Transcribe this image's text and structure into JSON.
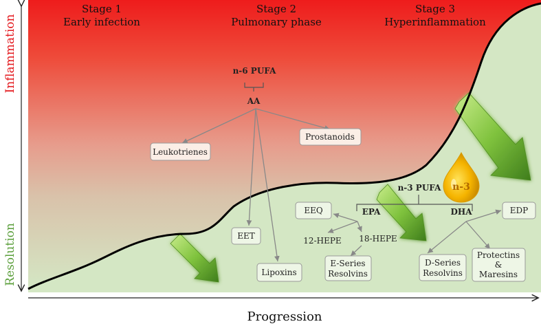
{
  "axes": {
    "y_top": "Inflammation",
    "y_bottom": "Resolution",
    "x": "Progression"
  },
  "stages": [
    {
      "line1": "Stage 1",
      "line2": "Early infection"
    },
    {
      "line1": "Stage 2",
      "line2": "Pulmonary phase"
    },
    {
      "line1": "Stage 3",
      "line2": "Hyperinflammation"
    }
  ],
  "omega6": {
    "source": "n-6 PUFA",
    "node": "AA",
    "products": {
      "leukotrienes": "Leukotrienes",
      "prostanoids": "Prostanoids",
      "eet": "EET",
      "lipoxins": "Lipoxins"
    }
  },
  "omega3": {
    "source": "n-3 PUFA",
    "drop_label": "n-3",
    "epa": "EPA",
    "dha": "DHA",
    "products": {
      "eeq": "EEQ",
      "hepe12": "12-HEPE",
      "hepe18": "18-HEPE",
      "e_resolvins_1": "E-Series",
      "e_resolvins_2": "Resolvins",
      "d_resolvins_1": "D-Series",
      "d_resolvins_2": "Resolvins",
      "protectins_1": "Protectins",
      "protectins_amp": "&",
      "protectins_2": "Maresins",
      "edp": "EDP"
    }
  },
  "colors": {
    "inflammation_red": "#e3161b",
    "resolution_green": "#5a9e3a",
    "arrow_gray": "#888888",
    "drop_gold": "#f2b705"
  }
}
